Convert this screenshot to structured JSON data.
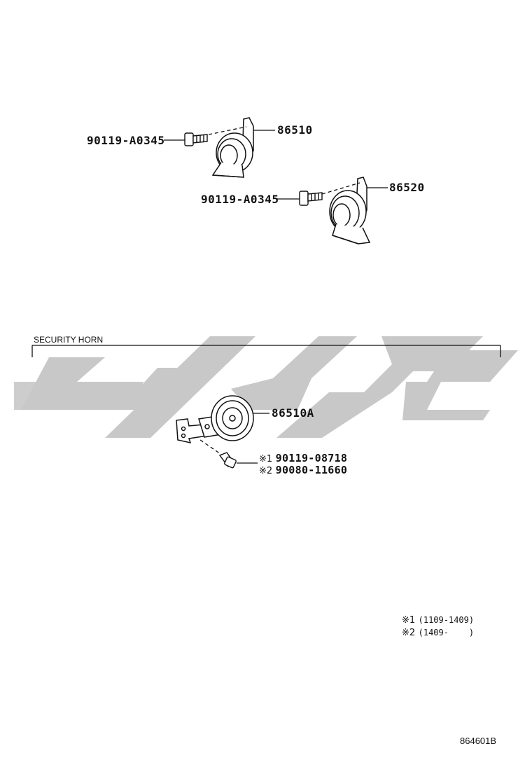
{
  "parts": {
    "horn_low": {
      "number": "86510"
    },
    "horn_high": {
      "number": "86520"
    },
    "bolt_low": {
      "number": "90119-A0345"
    },
    "bolt_high": {
      "number": "90119-A0345"
    },
    "security_horn": {
      "number": "86510A"
    },
    "security_bolt_1": {
      "marker": "※1",
      "number": "90119-08718"
    },
    "security_bolt_2": {
      "marker": "※2",
      "number": "90080-11660"
    }
  },
  "section": {
    "title": "SECURITY HORN"
  },
  "notes": [
    {
      "marker": "※1",
      "text": "(1109-1409)"
    },
    {
      "marker": "※2",
      "text": "(1409-    )"
    }
  ],
  "diagram_code": "864601B",
  "colors": {
    "line": "#111111",
    "watermark": "#c8c8c8"
  }
}
